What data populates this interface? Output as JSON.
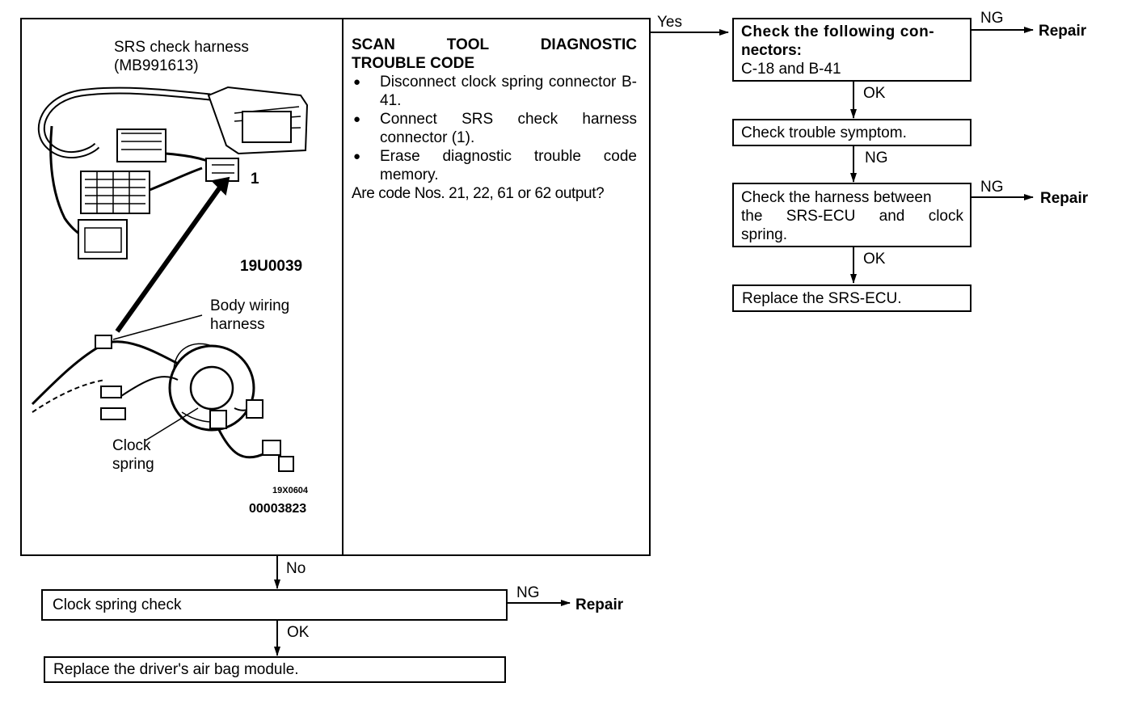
{
  "illustration": {
    "harness_label_line1": "SRS check harness",
    "harness_label_line2": "(MB991613)",
    "connector_callout": "1",
    "figure_code_top": "19U0039",
    "body_wiring_line1": "Body wiring",
    "body_wiring_line2": "harness",
    "clock_spring_line1": "Clock",
    "clock_spring_line2": "spring",
    "figure_code_small": "19X0604",
    "figure_code_bottom": "00003823"
  },
  "procedure": {
    "title_line1": "SCAN TOOL DIAGNOSTIC",
    "title_line2": "TROUBLE CODE",
    "steps": [
      "Disconnect clock spring connector B-41.",
      "Connect SRS check harness connector (1).",
      "Erase diagnostic trouble code memory."
    ],
    "question": "Are code Nos. 21, 22, 61 or 62 output?"
  },
  "flow": {
    "yes_label": "Yes",
    "no_label": "No",
    "ng": "NG",
    "ok": "OK",
    "repair": "Repair",
    "check_connectors_line1": "Check the following con-",
    "check_connectors_line2": "nectors:",
    "check_connectors_line3": "C-18 and B-41",
    "check_symptom": "Check trouble symptom.",
    "check_harness_line1": "Check the harness between",
    "check_harness_line2": "the SRS-ECU and clock",
    "check_harness_line3": "spring.",
    "replace_ecu": "Replace the SRS-ECU.",
    "clock_spring_check": "Clock spring check",
    "replace_airbag": "Replace the driver's air bag module."
  }
}
